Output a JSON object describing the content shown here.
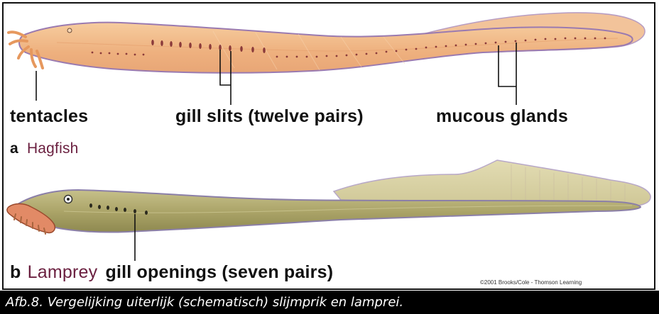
{
  "hagfish": {
    "part_letter": "a",
    "name": "Hagfish",
    "labels": {
      "tentacles": "tentacles",
      "gill_slits": "gill slits (twelve pairs)",
      "mucous_glands": "mucous glands"
    }
  },
  "lamprey": {
    "part_letter": "b",
    "name": "Lamprey",
    "labels": {
      "gill_openings": "gill openings (seven pairs)"
    }
  },
  "copyright": "©2001 Brooks/Cole - Thomson Learning",
  "caption": "Afb.8. Vergelijking uiterlijk (schematisch) slijmprik en lamprei.",
  "colors": {
    "hagfish_body": "#f1b987",
    "hagfish_outline": "#9a7ab0",
    "lamprey_body": "#b3ac72",
    "lamprey_mouth": "#e28a66",
    "caption_bg": "#000000",
    "name_color": "#6a1f3f"
  }
}
